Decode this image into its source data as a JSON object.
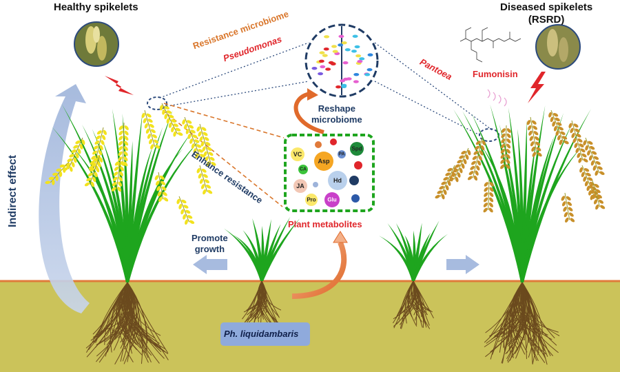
{
  "titles": {
    "healthy": "Healthy spikelets",
    "diseased_line1": "Diseased spikelets",
    "diseased_line2": "(RSRD)"
  },
  "labels": {
    "resistance_microbiome": "Resistance microbiome",
    "pseudomonas": "Pseudomonas",
    "pantoea": "Pantoea",
    "fumonisin": "Fumonisin",
    "reshape_line1": "Reshape",
    "reshape_line2": "microbiome",
    "enhance_resistance": "Enhance resistance",
    "indirect_effect": "Indirect effect",
    "promote_line1": "Promote",
    "promote_line2": "growth",
    "plant_metabolites": "Plant metabolites",
    "fungus": "Ph. liquidambaris"
  },
  "metabolites": [
    "VC",
    "CA",
    "JA",
    "Asp",
    "PA",
    "Spd",
    "Hd",
    "Pro",
    "Glu"
  ],
  "colors": {
    "soil": "#cbc35a",
    "ground_line": "#e07a3a",
    "grain": "#f2e21e",
    "diseased_grain": "#c8902a",
    "leaf": "#1ea51e",
    "arrow_blue": "#a7bbdf",
    "dotted_blue": "#2c4a7c",
    "dashed_orange": "#d9762b",
    "red": "#e0262b"
  }
}
